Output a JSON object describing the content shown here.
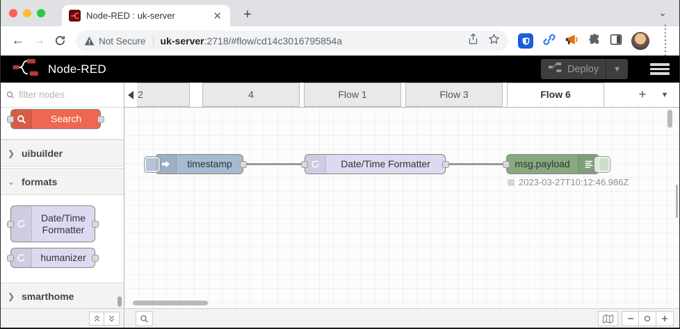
{
  "browser": {
    "tab_title": "Node-RED : uk-server",
    "security_label": "Not Secure",
    "url_host": "uk-server",
    "url_rest": ":2718/#flow/cd14c3016795854a"
  },
  "header": {
    "app_title": "Node-RED",
    "deploy_label": "Deploy"
  },
  "palette": {
    "filter_placeholder": "filter nodes",
    "search_node_label": "Search",
    "categories": [
      {
        "label": "uibuilder",
        "state": "collapsed"
      },
      {
        "label": "formats",
        "state": "expanded"
      },
      {
        "label": "smarthome",
        "state": "collapsed"
      }
    ],
    "format_nodes": [
      {
        "label": "Date/Time Formatter"
      },
      {
        "label": "humanizer"
      }
    ]
  },
  "flow_tabs": {
    "tabs": [
      {
        "label": "2",
        "active": false
      },
      {
        "label": "4",
        "active": false
      },
      {
        "label": "Flow 1",
        "active": false
      },
      {
        "label": "Flow 3",
        "active": false
      },
      {
        "label": "Flow 6",
        "active": true
      }
    ]
  },
  "flow": {
    "inject_label": "timestamp",
    "formatter_label": "Date/Time Formatter",
    "debug_label": "msg.payload",
    "debug_status": "2023-03-27T10:12:46.986Z"
  },
  "colors": {
    "inject_node": "#a6bbcf",
    "formatter_node": "#ded8f0",
    "debug_node": "#87a980",
    "search_node": "#ee6750",
    "header_bg": "#000000",
    "bitwarden_badge": "#175ddc"
  }
}
